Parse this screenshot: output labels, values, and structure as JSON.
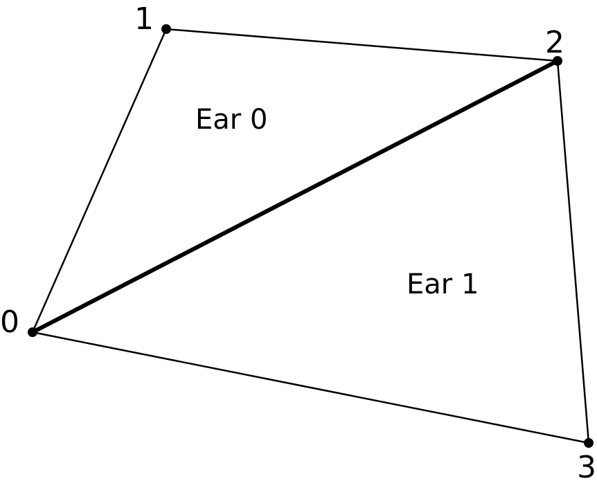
{
  "vertices": [
    {
      "id": "v0",
      "label": "0"
    },
    {
      "id": "v1",
      "label": "1"
    },
    {
      "id": "v2",
      "label": "2"
    },
    {
      "id": "v3",
      "label": "3"
    }
  ],
  "edges": [
    {
      "from": "v0",
      "to": "v1"
    },
    {
      "from": "v1",
      "to": "v2"
    },
    {
      "from": "v2",
      "to": "v3"
    },
    {
      "from": "v3",
      "to": "v0"
    }
  ],
  "diagonal": {
    "from": "v0",
    "to": "v2"
  },
  "ears": [
    {
      "label": "Ear 0"
    },
    {
      "label": "Ear 1"
    }
  ]
}
